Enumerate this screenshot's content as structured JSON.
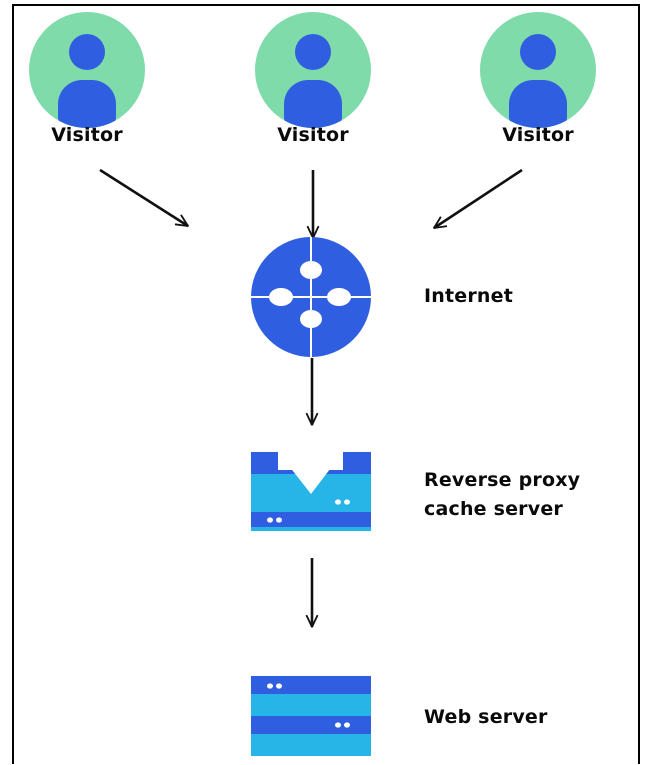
{
  "visitors": [
    {
      "label": "Visitor"
    },
    {
      "label": "Visitor"
    },
    {
      "label": "Visitor"
    }
  ],
  "nodes": {
    "internet": {
      "label": "Internet",
      "icon": "internet-globe-icon"
    },
    "proxy": {
      "label_line1": "Reverse proxy",
      "label_line2": "cache server",
      "icon": "reverse-proxy-server-icon"
    },
    "web": {
      "label": "Web server",
      "icon": "web-server-icon"
    }
  },
  "colors": {
    "avatar_bg": "#7fdcaa",
    "avatar_fg": "#2f5fe0",
    "blue_dark": "#2f5fe0",
    "blue_light": "#27b4e6",
    "stroke": "#111111"
  }
}
